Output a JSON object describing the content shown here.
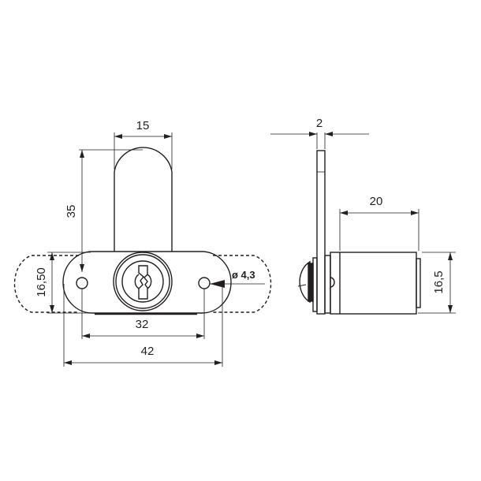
{
  "drawing": {
    "subject": "cam lock technical drawing",
    "line_color": "#231f20",
    "front_view": {
      "dimensions": {
        "cam_width": "15",
        "cam_length": "35",
        "plate_height": "16,50",
        "hole_spacing": "32",
        "plate_width": "42",
        "hole_diameter": "ø 4,3"
      }
    },
    "side_view": {
      "dimensions": {
        "cam_thickness": "2",
        "body_length": "20",
        "body_diameter": "16,5"
      }
    }
  }
}
